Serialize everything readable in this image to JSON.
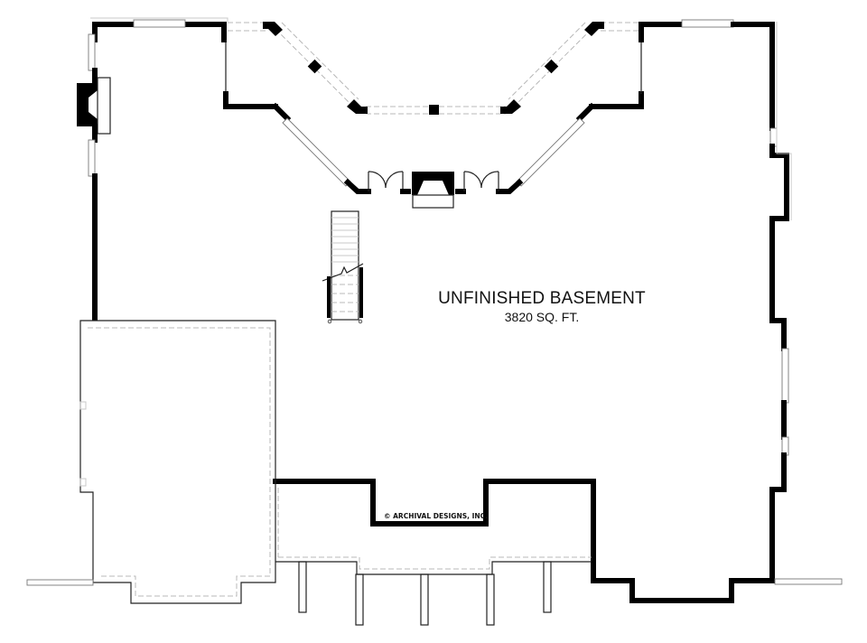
{
  "plan": {
    "room_label": "UNFINISHED BASEMENT",
    "area_label": "3820 SQ. FT.",
    "copyright": "© ARCHIVAL DESIGNS, INC."
  },
  "colors": {
    "wall": "#000000",
    "background": "#ffffff",
    "ghost_line": "#c8c8c8"
  }
}
